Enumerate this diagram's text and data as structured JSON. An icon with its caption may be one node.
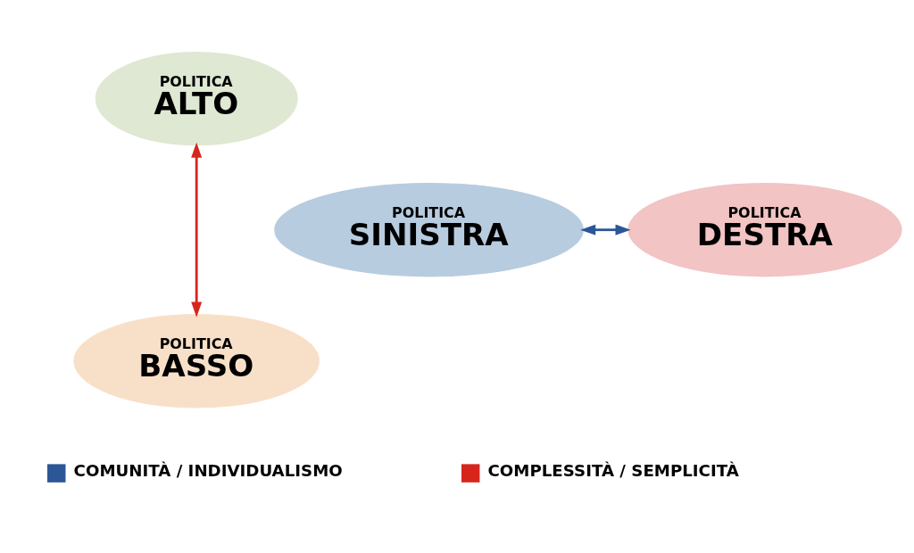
{
  "diagram": {
    "nodes": [
      {
        "text": [
          "POLITICA",
          "ALTO"
        ]
      },
      {
        "text": [
          "POLITICA",
          "SINISTRA"
        ]
      },
      {
        "text": [
          "POLITICA",
          "DESTRA"
        ]
      },
      {
        "text": [
          "POLITICA",
          "BASSO"
        ]
      }
    ],
    "edges": [
      {
        "from": 0,
        "to": 3,
        "arrow": "both",
        "color": "#d6261c"
      },
      {
        "from": 1,
        "to": 2,
        "arrow": "both",
        "color": "#2b5797"
      }
    ],
    "legend": [
      {
        "text": "COMUNITÀ / INDIVIDUALISMO",
        "color": "#2b5797"
      },
      {
        "text": "COMPLESSITÀ / SEMPLICITÀ",
        "color": "#d6261c"
      }
    ]
  }
}
